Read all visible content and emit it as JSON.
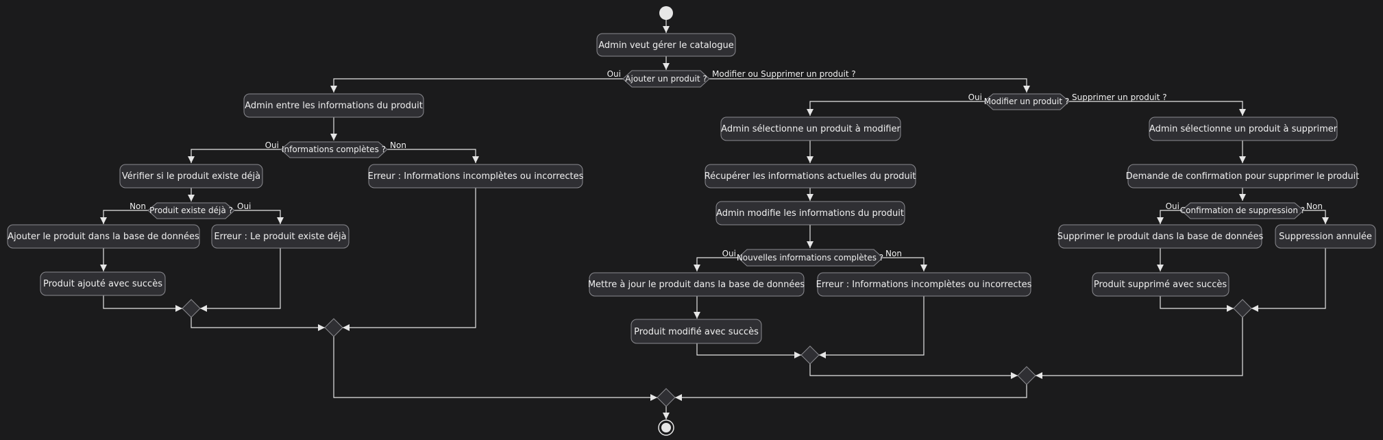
{
  "actions": {
    "a1": "Admin veut gérer le catalogue",
    "a2": "Admin entre les informations du produit",
    "a3": "Vérifier si le produit existe déjà",
    "a4": "Erreur : Informations incomplètes ou incorrectes",
    "a5": "Ajouter le produit dans la base de données",
    "a6": "Erreur : Le produit existe déjà",
    "a7": "Produit ajouté avec succès",
    "a8": "Admin sélectionne un produit à modifier",
    "a9": "Récupérer les informations actuelles du produit",
    "a10": "Admin modifie les informations du produit",
    "a11": "Mettre à jour le produit dans la base de données",
    "a12": "Erreur : Informations incomplètes ou incorrectes",
    "a13": "Produit modifié avec succès",
    "a14": "Admin sélectionne un produit à supprimer",
    "a15": "Demande de confirmation pour supprimer le produit",
    "a16": "Supprimer le produit dans la base de données",
    "a17": "Suppression annulée",
    "a18": "Produit supprimé avec succès"
  },
  "decisions": {
    "d1": "Ajouter un produit ?",
    "d2": "Informations complètes ?",
    "d3": "Produit existe déjà ?",
    "d4": "Modifier un produit ?",
    "d5": "Nouvelles informations complètes ?",
    "d6": "Confirmation de suppression ?"
  },
  "branches": {
    "d1_left": "Oui",
    "d1_right": "Modifier ou Supprimer un produit ?",
    "d2_left": "Oui",
    "d2_right": "Non",
    "d3_left": "Non",
    "d3_right": "Oui",
    "d4_left": "Oui",
    "d4_right": "Supprimer un produit ?",
    "d5_left": "Oui",
    "d5_right": "Non",
    "d6_left": "Oui",
    "d6_right": "Non"
  },
  "colors": {
    "background": "#1b1b1c",
    "node_fill": "#2f2f33",
    "node_border": "#8b8b90",
    "edge": "#e6e6e6",
    "text": "#f0f0f0"
  }
}
